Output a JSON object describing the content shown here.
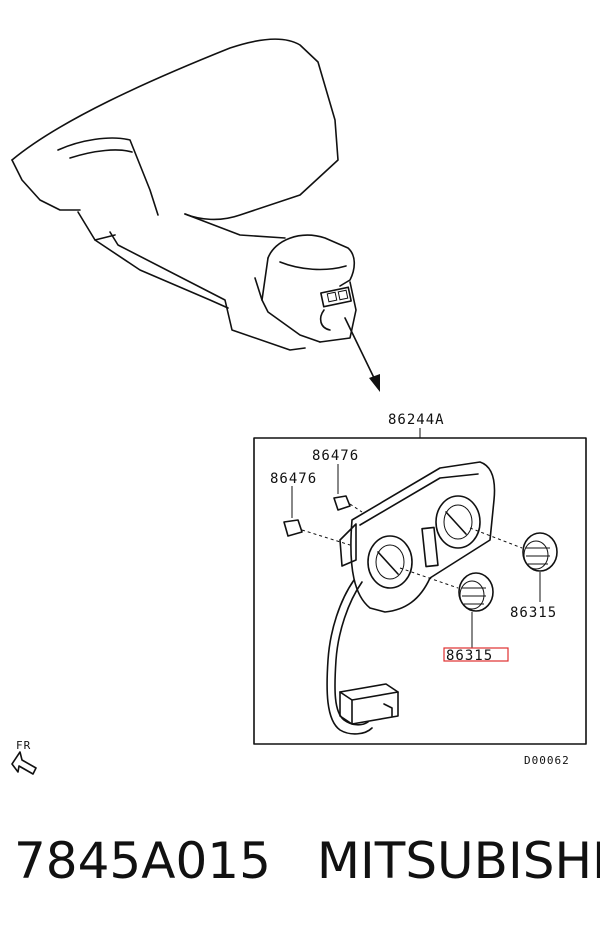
{
  "diagram": {
    "assembly_label": "86244A",
    "part_labels": [
      "86476",
      "86476",
      "86315",
      "86315"
    ],
    "highlighted_label": "86315",
    "highlight_color": "#e03030",
    "direction_label": "FR",
    "drawing_code": "D00062"
  },
  "footer": {
    "part_number": "7845A015",
    "brand": "MITSUBISHI"
  }
}
